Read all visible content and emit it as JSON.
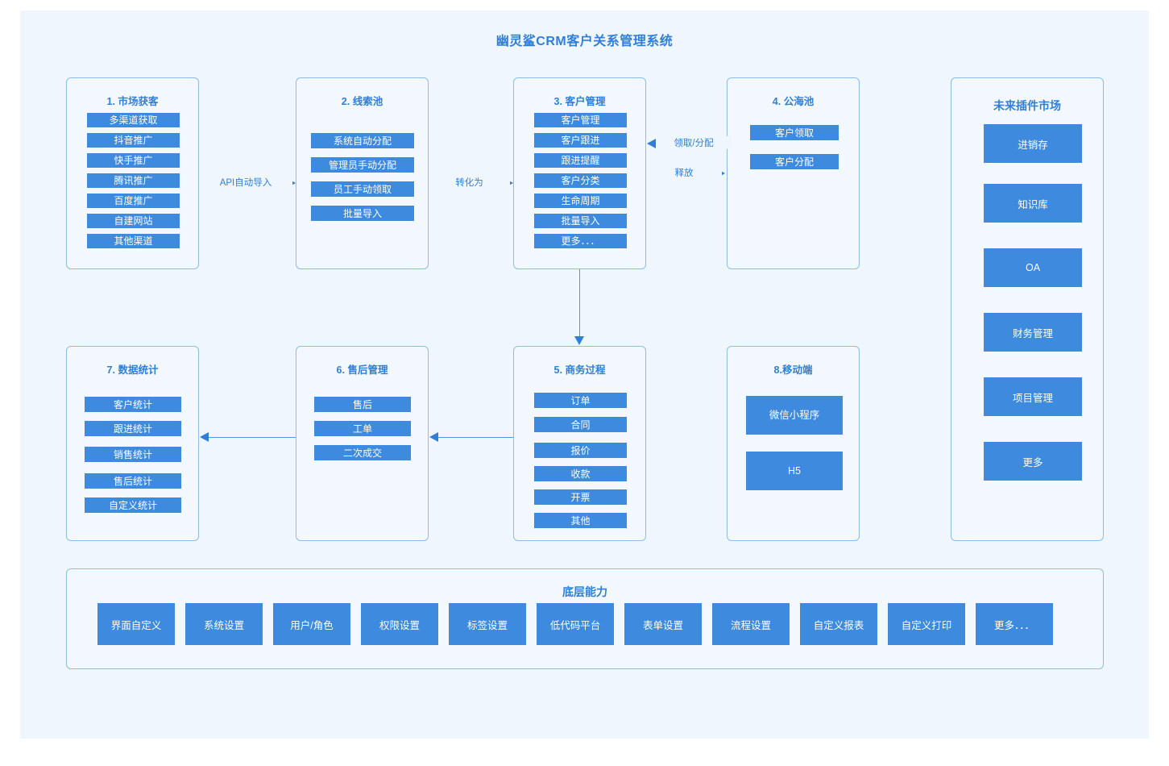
{
  "title": "幽灵鲨CRM客户关系管理系统",
  "colors": {
    "canvas_bg": "#eff6fd",
    "panel_bg": "#f2f8fe",
    "panel_border": "#8bbdea",
    "chip_bg": "#3d8ade",
    "accent_text": "#2f7fd8",
    "chip_text": "#ffffff"
  },
  "panels": {
    "market": {
      "title": "1. 市场获客",
      "items": [
        "多渠道获取",
        "抖音推广",
        "快手推广",
        "腾讯推广",
        "百度推广",
        "自建网站",
        "其他渠道"
      ]
    },
    "lead_pool": {
      "title": "2. 线索池",
      "items": [
        "系统自动分配",
        "管理员手动分配",
        "员工手动领取",
        "批量导入"
      ]
    },
    "customer_mgmt": {
      "title": "3. 客户管理",
      "items": [
        "客户管理",
        "客户跟进",
        "跟进提醒",
        "客户分类",
        "生命周期",
        "批量导入",
        "更多．．．"
      ]
    },
    "public_pool": {
      "title": "4. 公海池",
      "items": [
        "客户领取",
        "客户分配"
      ]
    },
    "business": {
      "title": "5. 商务过程",
      "items": [
        "订单",
        "合同",
        "报价",
        "收款",
        "开票",
        "其他"
      ]
    },
    "aftersales": {
      "title": "6. 售后管理",
      "items": [
        "售后",
        "工单",
        "二次成交"
      ]
    },
    "statistics": {
      "title": "7. 数据统计",
      "items": [
        "客户统计",
        "跟进统计",
        "销售统计",
        "售后统计",
        "自定义统计"
      ]
    },
    "mobile": {
      "title": "8.移动端",
      "items": [
        "微信小程序",
        "H5"
      ]
    },
    "plugin_market": {
      "title": "未来插件市场",
      "items": [
        "进销存",
        "知识库",
        "OA",
        "财务管理",
        "项目管理",
        "更多"
      ]
    },
    "foundation": {
      "title": "底层能力",
      "items": [
        "界面自定义",
        "系统设置",
        "用户/角色",
        "权限设置",
        "标签设置",
        "低代码平台",
        "表单设置",
        "流程设置",
        "自定义报表",
        "自定义打印",
        "更多．．．"
      ]
    }
  },
  "edges": {
    "api_import": "API自动导入",
    "convert_to": "转化为",
    "claim_assign": "领取/分配",
    "release": "释放"
  }
}
